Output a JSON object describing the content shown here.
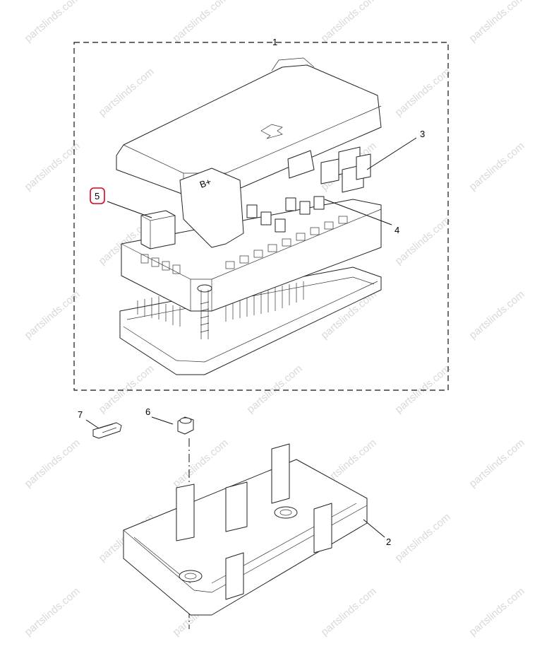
{
  "diagram": {
    "callouts": [
      {
        "id": "1",
        "label": "1"
      },
      {
        "id": "2",
        "label": "2"
      },
      {
        "id": "3",
        "label": "3"
      },
      {
        "id": "4",
        "label": "4"
      },
      {
        "id": "5",
        "label": "5",
        "highlighted": true
      },
      {
        "id": "6",
        "label": "6"
      },
      {
        "id": "7",
        "label": "7"
      }
    ],
    "cover_mark": "B+",
    "highlight_color": "#e0001a"
  },
  "watermark": {
    "text": "partslinds.com"
  }
}
